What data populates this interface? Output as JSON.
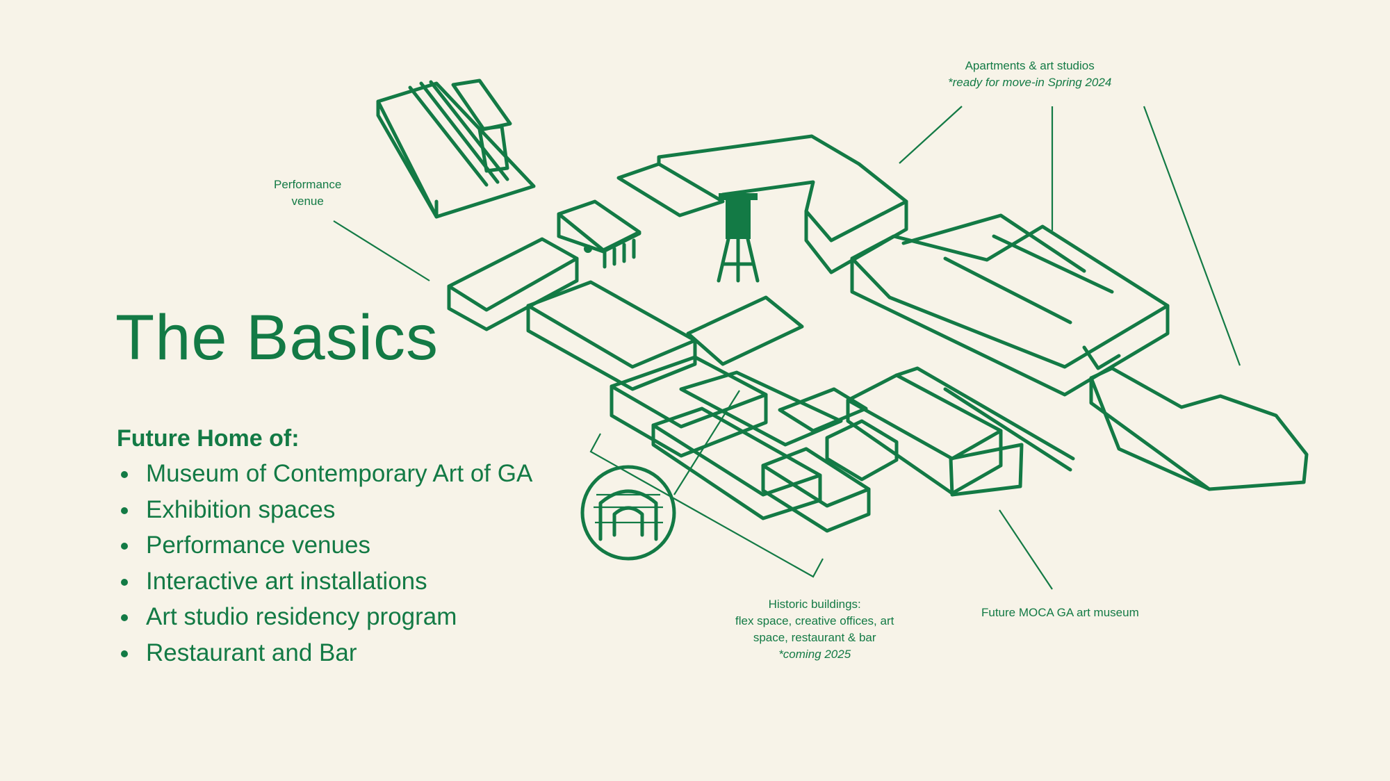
{
  "title": "The Basics",
  "subtitle": "Future Home of:",
  "items": [
    "Museum of Contemporary Art of GA",
    "Exhibition spaces",
    "Performance venues",
    "Interactive art installations",
    "Art studio residency program",
    "Restaurant and Bar"
  ],
  "labels": {
    "performance": [
      "Performance",
      "venue"
    ],
    "apartments": {
      "line1": "Apartments & art studios",
      "line2": "*ready for move-in Spring 2024"
    },
    "historic": {
      "lines": [
        "Historic buildings:",
        "flex space, creative offices, art",
        "space, restaurant & bar"
      ],
      "note": "*coming 2025"
    },
    "museum": "Future MOCA GA art museum"
  },
  "colors": {
    "background": "#f7f3e8",
    "accent": "#137a45"
  },
  "icons": [
    "water-tower-icon",
    "archway-detail-icon"
  ]
}
